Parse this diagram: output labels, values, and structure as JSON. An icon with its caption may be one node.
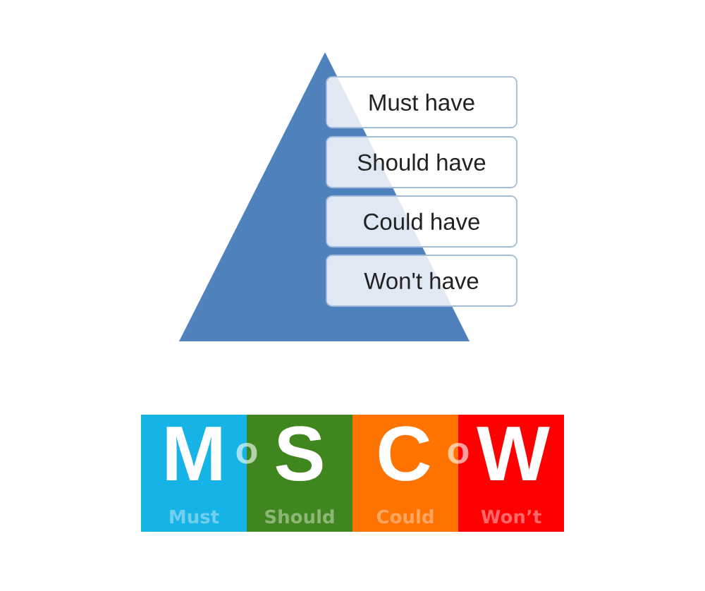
{
  "diagram": {
    "nodes": [
      {
        "text": [],
        "shape": "triangle"
      },
      {
        "text": [
          "Must have"
        ]
      },
      {
        "text": [
          "Should have"
        ]
      },
      {
        "text": [
          "Could have"
        ]
      },
      {
        "text": [
          "Won't have"
        ]
      },
      {
        "text": [
          "M",
          "Must"
        ]
      },
      {
        "text": [
          "S",
          "Should"
        ]
      },
      {
        "text": [
          "C",
          "Could"
        ]
      },
      {
        "text": [
          "W",
          "Won’t"
        ]
      }
    ],
    "labels": [
      "o",
      "o"
    ]
  }
}
